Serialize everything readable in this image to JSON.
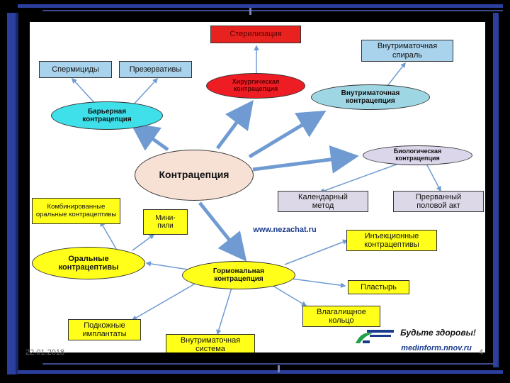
{
  "slide": {
    "date": "22.01.2018",
    "page_number": "4"
  },
  "diagram": {
    "center": "Контрацепция",
    "sterilization": "Стерилизация",
    "surgical": "Хирургическая контрацепция",
    "barrier": "Барьерная контрацепция",
    "spermicides": "Спермициды",
    "condoms": "Презервативы",
    "iud_contraception": "Внутриматочная контрацепция",
    "iud_spiral": "Внутриматочная спираль",
    "biological": "Биологическая контрацепция",
    "calendar": "Календарный метод",
    "interrupted": "Прерванный половой акт",
    "combined_oral": "Комбинированные оральные контрацептивы",
    "mini_pill": "Мини-пили",
    "oral": "Оральные контрацептивы",
    "hormonal": "Гормональная контрацепция",
    "injection": "Инъекционные контрацептивы",
    "patch": "Пластырь",
    "vaginal_ring": "Влагалищное кольцо",
    "iud_system": "Внутриматочная система",
    "implants": "Подкожные имплантаты",
    "website": "www.nezachat.ru",
    "slogan": "Будьте здоровы!",
    "footer_site": "medinform.nnov.ru"
  },
  "colors": {
    "bg": "#000000",
    "accent_blue": "#2b3f9e",
    "arrow": "#6f9bd2",
    "rect_blue": "#a9d3ec",
    "ell_cyan": "#3fe0ea",
    "rect_red": "#e8231f",
    "ell_red": "#ee1d24",
    "ell_teal": "#9ed6e4",
    "center_fill": "#f7e0d4",
    "biological_fill": "#dcd6ea",
    "lilac_rect": "#ddd8e8",
    "yellow": "#ffff19",
    "website": "#1b3c8c"
  }
}
